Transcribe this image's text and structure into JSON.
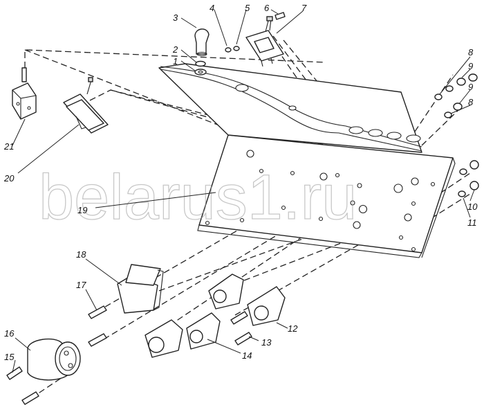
{
  "watermark": "belarus1.ru",
  "callouts": {
    "c1": "1",
    "c2": "2",
    "c3": "3",
    "c4": "4",
    "c5": "5",
    "c6": "6",
    "c7": "7",
    "c8a": "8",
    "c8b": "8",
    "c9a": "9",
    "c9b": "9",
    "c10": "10",
    "c11": "11",
    "c12": "12",
    "c13": "13",
    "c14": "14",
    "c15": "15",
    "c16": "16",
    "c17": "17",
    "c18": "18",
    "c19": "19",
    "c20": "20",
    "c21": "21"
  }
}
